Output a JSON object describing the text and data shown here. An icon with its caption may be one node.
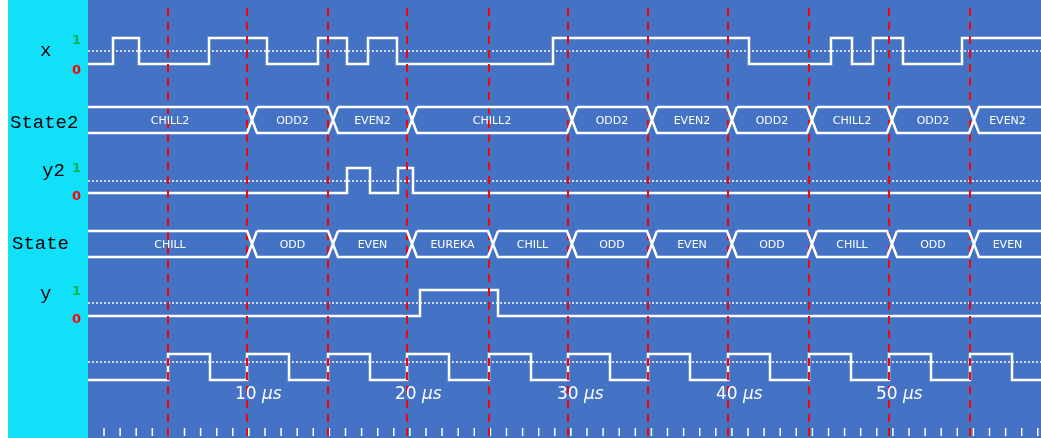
{
  "diagram": {
    "nodes": [
      {
        "text": [
          "CHILL2"
        ]
      },
      {
        "text": [
          "ODD2"
        ]
      },
      {
        "text": [
          "EVEN2"
        ]
      },
      {
        "text": [
          "CHILL2"
        ]
      },
      {
        "text": [
          "ODD2"
        ]
      },
      {
        "text": [
          "EVEN2"
        ]
      },
      {
        "text": [
          "ODD2"
        ]
      },
      {
        "text": [
          "CHILL2"
        ]
      },
      {
        "text": [
          "ODD2"
        ]
      },
      {
        "text": [
          "EVEN2"
        ]
      },
      {
        "text": [
          "CHILL"
        ]
      },
      {
        "text": [
          "ODD"
        ]
      },
      {
        "text": [
          "EVEN"
        ]
      },
      {
        "text": [
          "EUREKA"
        ]
      },
      {
        "text": [
          "CHILL"
        ]
      },
      {
        "text": [
          "ODD"
        ]
      },
      {
        "text": [
          "EVEN"
        ]
      },
      {
        "text": [
          "ODD"
        ]
      },
      {
        "text": [
          "CHILL"
        ]
      },
      {
        "text": [
          "ODD"
        ]
      },
      {
        "text": [
          "EVEN"
        ]
      }
    ],
    "labels": [
      "x",
      "1",
      "0",
      "State2",
      "y2",
      "1",
      "0",
      "State",
      "y",
      "1",
      "0",
      "10 *µs*",
      "20 *µs*",
      "30 *µs*",
      "40 *µs*",
      "50 *µs*"
    ]
  }
}
